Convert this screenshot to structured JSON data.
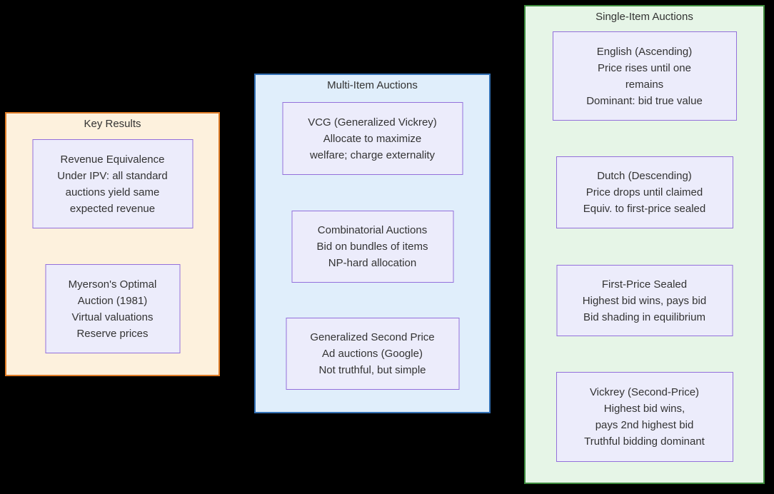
{
  "canvas": {
    "background": "#000000",
    "text_color": "#333333"
  },
  "node_style": {
    "fill": "#ececfb",
    "stroke": "#9370db"
  },
  "panels": [
    {
      "id": "key-results",
      "title": "Key Results",
      "fill": "#fdf1dd",
      "stroke": "#df7c26",
      "boxes": [
        {
          "id": "revenue-equivalence",
          "lines": [
            "Revenue Equivalence",
            "Under IPV: all standard",
            "auctions yield same",
            "expected revenue"
          ]
        },
        {
          "id": "myerson-optimal-auction",
          "lines": [
            "Myerson's Optimal",
            "Auction (1981)",
            "Virtual valuations",
            "Reserve prices"
          ]
        }
      ]
    },
    {
      "id": "multi-item-auctions",
      "title": "Multi-Item Auctions",
      "fill": "#e0eefb",
      "stroke": "#3370b5",
      "boxes": [
        {
          "id": "vcg",
          "lines": [
            "VCG (Generalized Vickrey)",
            "Allocate to maximize",
            "welfare; charge externality"
          ]
        },
        {
          "id": "combinatorial-auctions",
          "lines": [
            "Combinatorial Auctions",
            "Bid on bundles of items",
            "NP-hard allocation"
          ]
        },
        {
          "id": "generalized-second-price",
          "lines": [
            "Generalized Second Price",
            "Ad auctions (Google)",
            "Not truthful, but simple"
          ]
        }
      ]
    },
    {
      "id": "single-item-auctions",
      "title": "Single-Item Auctions",
      "fill": "#e6f5e7",
      "stroke": "#3e8c3e",
      "boxes": [
        {
          "id": "english-ascending",
          "lines": [
            "English (Ascending)",
            "Price rises until one",
            "remains",
            "Dominant: bid true value"
          ]
        },
        {
          "id": "dutch-descending",
          "lines": [
            "Dutch (Descending)",
            "Price drops until claimed",
            "Equiv. to first-price sealed"
          ]
        },
        {
          "id": "first-price-sealed",
          "lines": [
            "First-Price Sealed",
            "Highest bid wins, pays bid",
            "Bid shading in equilibrium"
          ]
        },
        {
          "id": "vickrey-second-price",
          "lines": [
            "Vickrey (Second-Price)",
            "Highest bid wins,",
            "pays 2nd highest bid",
            "Truthful bidding dominant"
          ]
        }
      ]
    }
  ]
}
